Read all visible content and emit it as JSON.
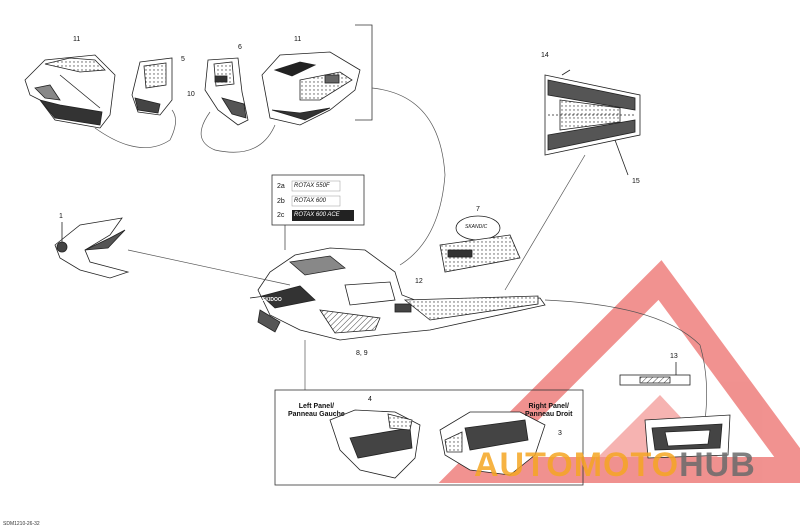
{
  "callouts": {
    "c11a": "11",
    "c5": "5",
    "c6": "6",
    "c10": "10",
    "c11b": "11",
    "c14": "14",
    "c15": "15",
    "c1": "1",
    "c2a": "2a",
    "c2b": "2b",
    "c2c": "2c",
    "c7": "7",
    "c12": "12",
    "c89": "8, 9",
    "c13": "13",
    "c4": "4",
    "c3": "3"
  },
  "decals": {
    "d2a": "ROTAX 550F",
    "d2b": "ROTAX 600",
    "d2c": "ROTAX 600 ACE",
    "d7": "SKANDIC",
    "hood": "SKIDOO"
  },
  "panels": {
    "left_line1": "Left Panel/",
    "left_line2": "Panneau Gauche",
    "right_line1": "Right Panel/",
    "right_line2": "Panneau Droit"
  },
  "watermark": {
    "part1": "AUTO",
    "part2": "MOTO",
    "part3": "HUB",
    "color_orange": "#f5a623",
    "color_gray": "#6b6b6b",
    "color_red": "#e53935"
  },
  "ref_code": "SDM1210-26-32"
}
